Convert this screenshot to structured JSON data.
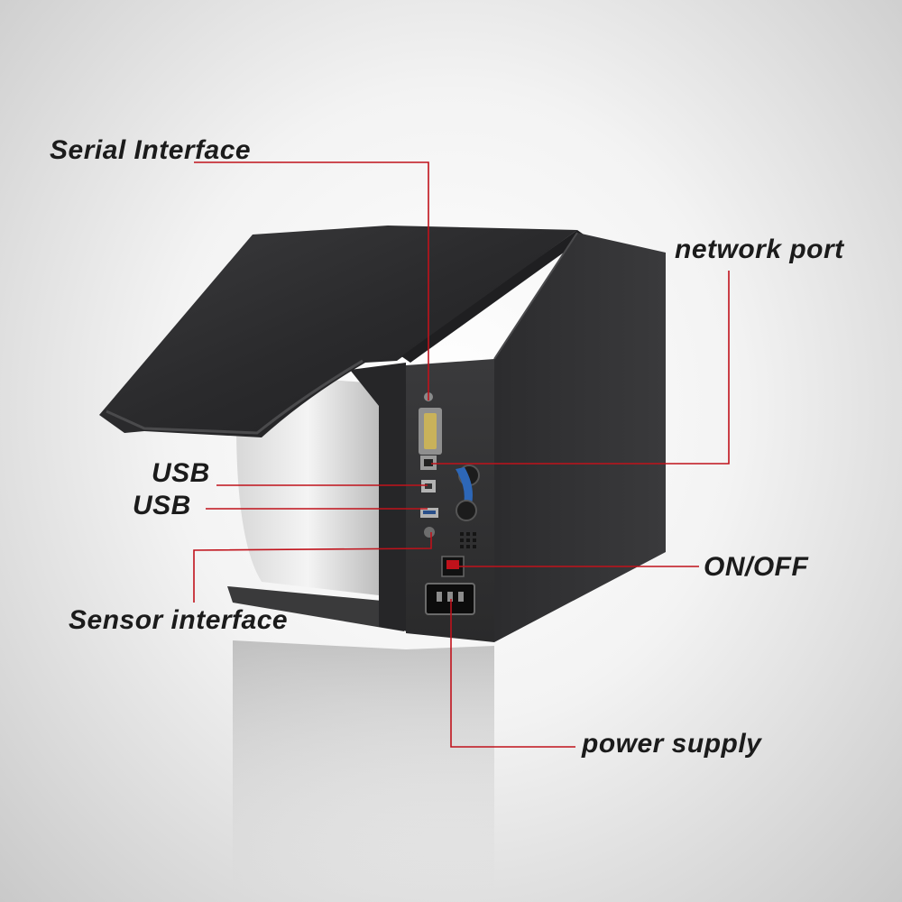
{
  "labels": {
    "serial": "Serial Interface",
    "network": "network port",
    "usb_b": "USB",
    "usb_a": "USB",
    "onoff": "ON/OFF",
    "sensor": "Sensor interface",
    "power": "power supply"
  },
  "colors": {
    "leader_line": "#c0121b",
    "body": "#2f2f31",
    "label_text": "#1b1b1b"
  },
  "icons": {
    "device": "thermal-label-printer",
    "serial_port": "db9-serial-port-icon",
    "network_port": "rj45-port-icon",
    "usb_b_port": "usb-b-port-icon",
    "usb_a_port": "usb-a-port-icon",
    "power_switch": "rocker-switch-icon",
    "power_socket": "iec-power-socket-icon"
  }
}
